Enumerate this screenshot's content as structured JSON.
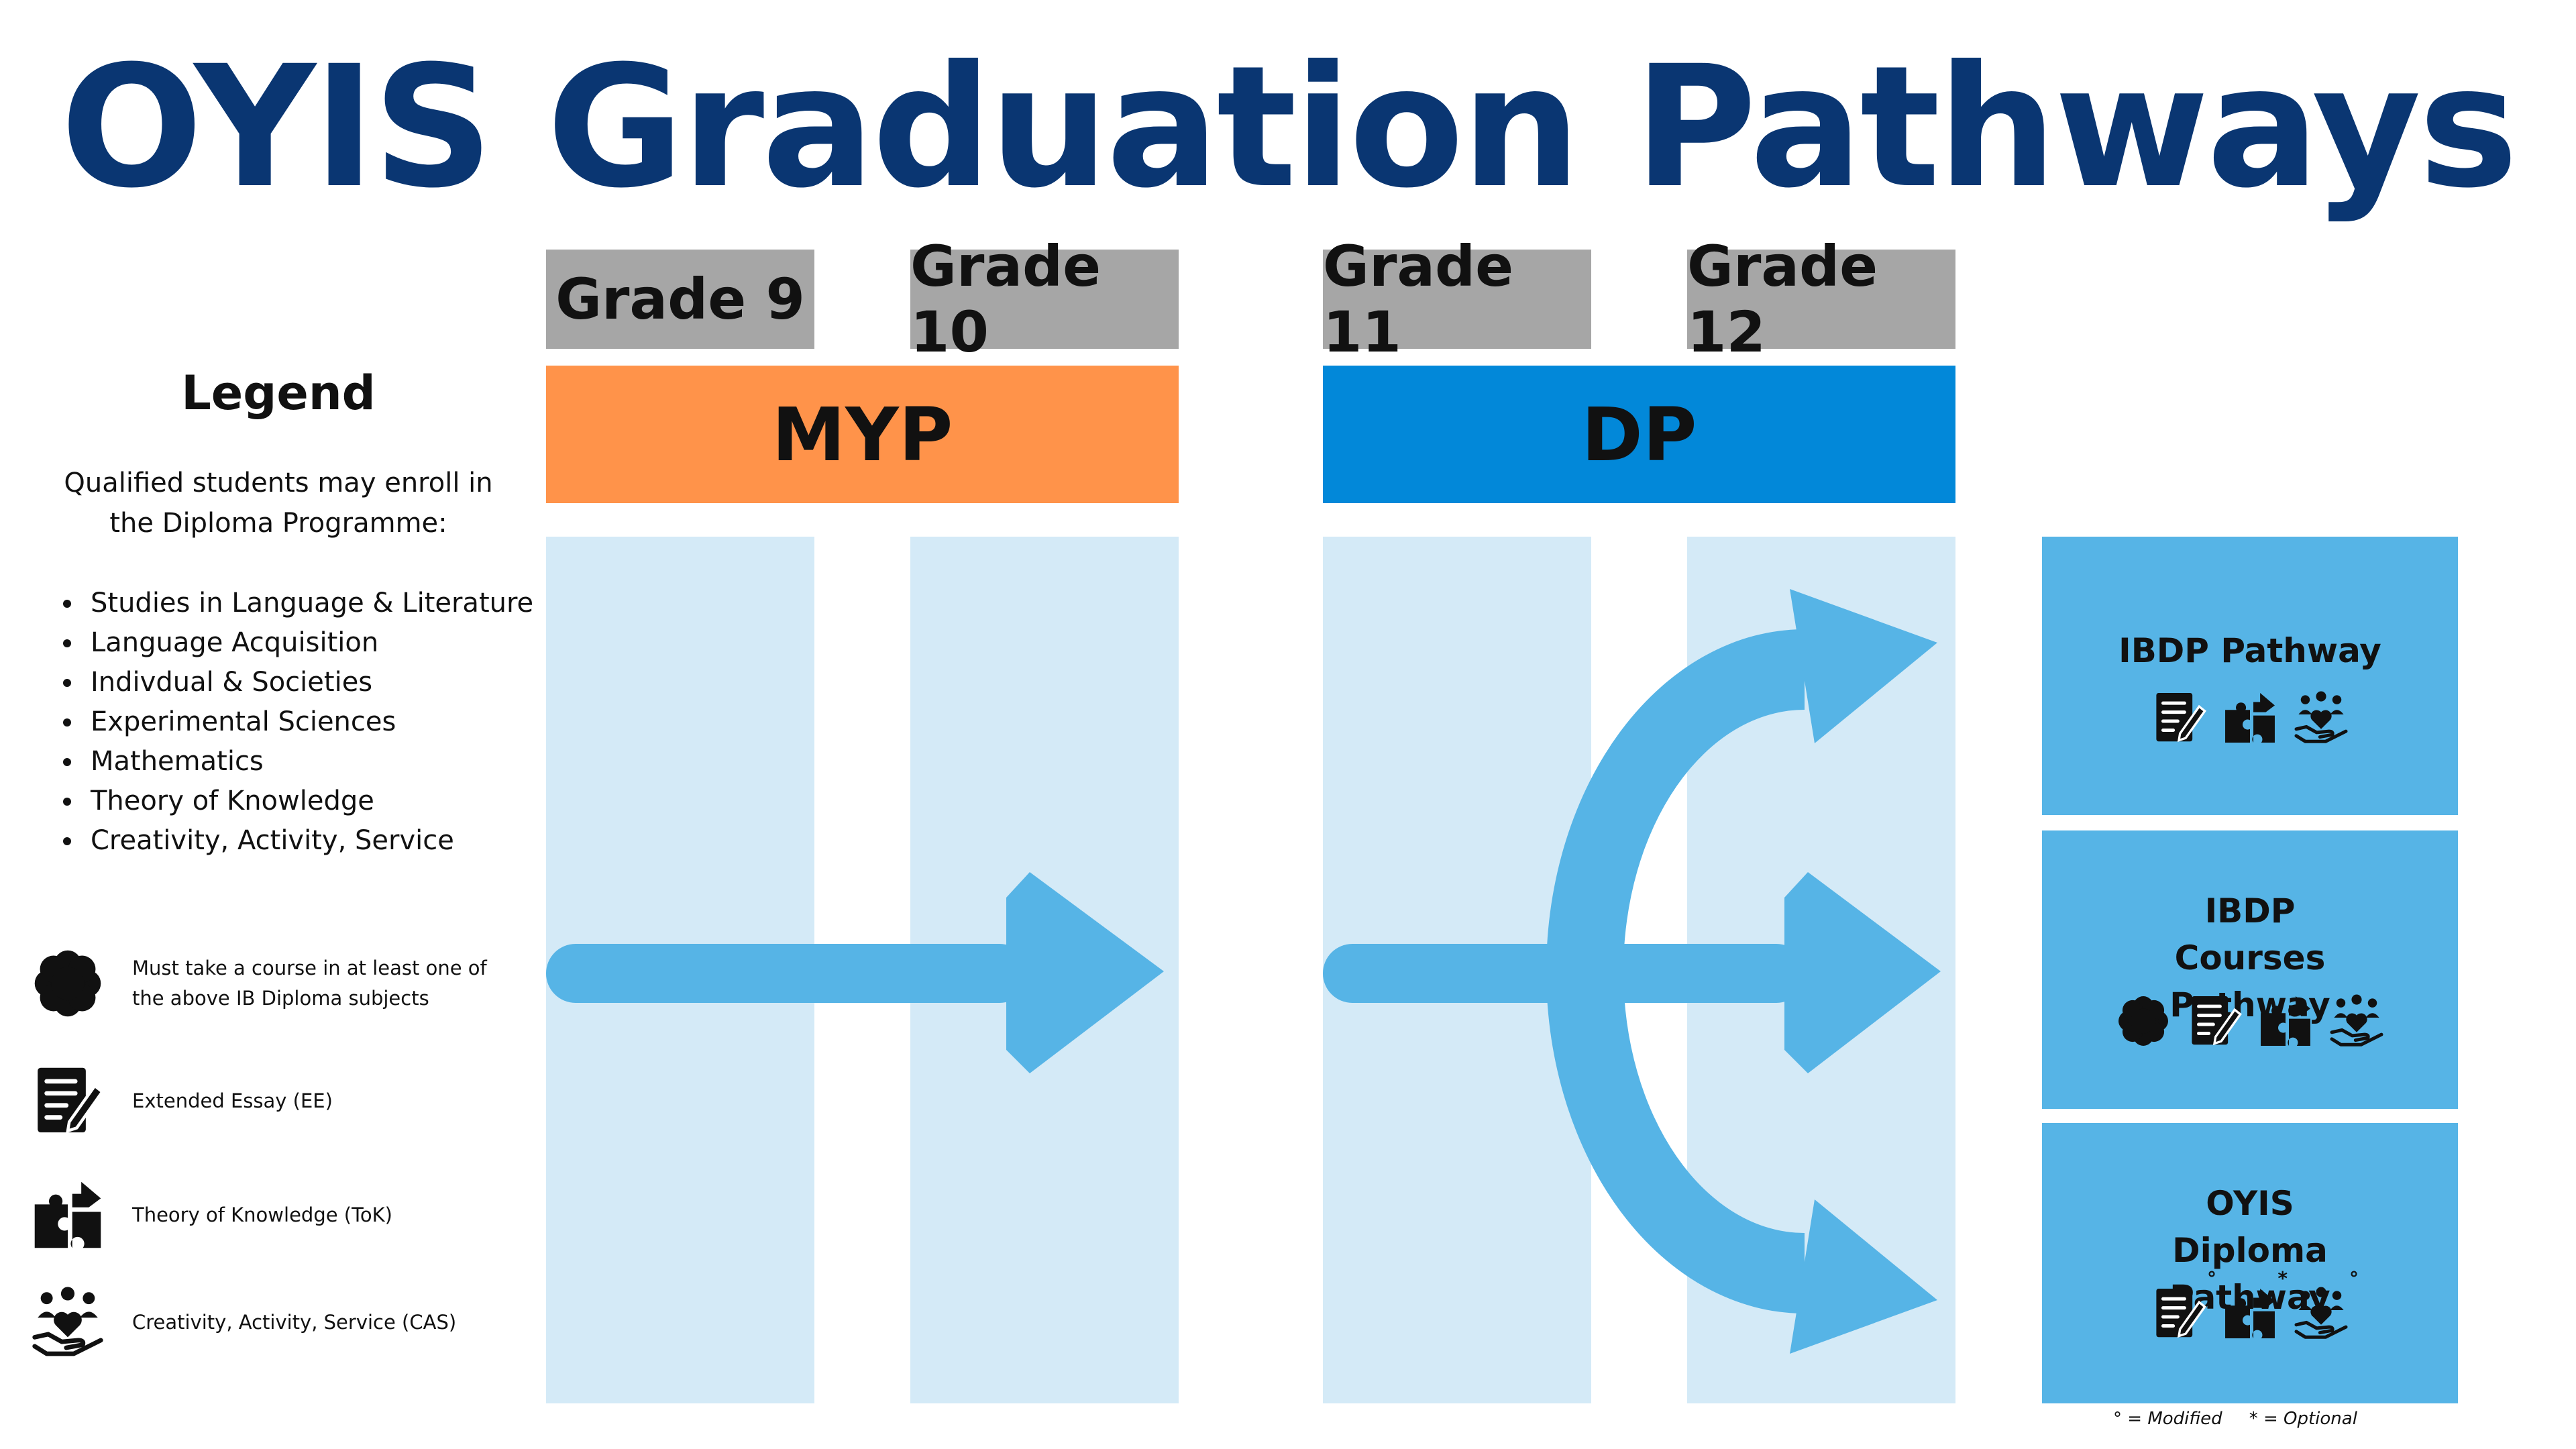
{
  "title": "OYIS Graduation Pathways",
  "grades": [
    "Grade 9",
    "Grade 10",
    "Grade 11",
    "Grade 12"
  ],
  "programmes": {
    "myp": {
      "label": "MYP",
      "color": "#ff934a"
    },
    "dp": {
      "label": "DP",
      "color": "#0288d9"
    }
  },
  "legend": {
    "title": "Legend",
    "description": "Qualified students may enroll in the Diploma Programme:",
    "subjects": [
      "Studies in Language & Literature",
      "Language Acquisition",
      "Indivdual & Societies",
      "Experimental Sciences",
      "Mathematics",
      "Theory of Knowledge",
      "Creativity, Activity, Service"
    ],
    "icons": [
      {
        "icon": "flower-icon",
        "label": "Must take a course in at least one of the above IB Diploma subjects"
      },
      {
        "icon": "essay-icon",
        "label": "Extended Essay (EE)"
      },
      {
        "icon": "puzzle-icon",
        "label": "Theory of Knowledge (ToK)"
      },
      {
        "icon": "hand-heart-icon",
        "label": "Creativity, Activity, Service (CAS)"
      }
    ]
  },
  "pathways": [
    {
      "title": "IBDP Pathway",
      "icons": [
        "essay-icon",
        "puzzle-icon",
        "hand-heart-icon"
      ]
    },
    {
      "title": "IBDP Courses Pathway",
      "icons": [
        "flower-icon",
        "essay-icon",
        "puzzle-icon",
        "hand-heart-icon"
      ]
    },
    {
      "title": "OYIS Diploma Pathway",
      "icons": [
        "essay-icon",
        "puzzle-icon",
        "hand-heart-icon"
      ],
      "marks": [
        "°",
        "*",
        "°"
      ]
    }
  ],
  "footnote": {
    "modified": "° = Modified",
    "optional": "* = Optional"
  },
  "colors": {
    "title": "#0a3672",
    "grade_bg": "#a6a6a6",
    "column_bg": "#d4eaf7",
    "arrow": "#56b4e6",
    "pathway_bg": "#56b4e6"
  }
}
